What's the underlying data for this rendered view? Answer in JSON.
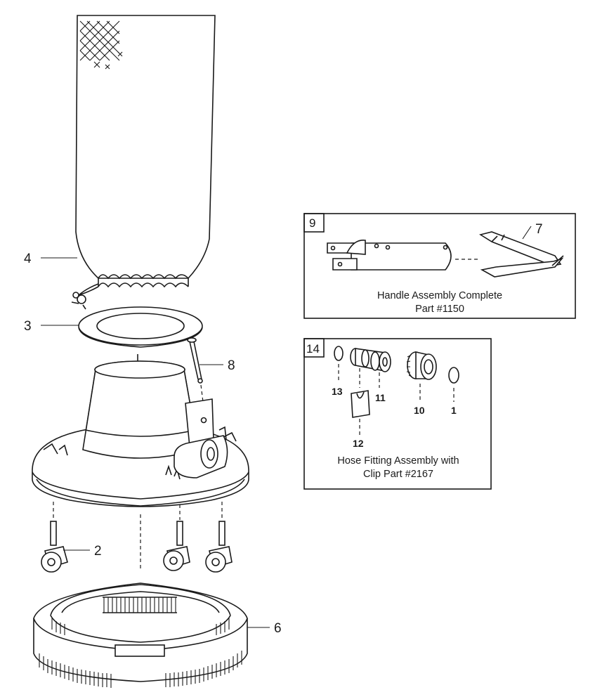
{
  "callouts": {
    "c1": "1",
    "c2": "2",
    "c3": "3",
    "c4": "4",
    "c6": "6",
    "c7": "7",
    "c8": "8",
    "c10": "10",
    "c11": "11",
    "c12": "12",
    "c13": "13"
  },
  "box_handle": {
    "number": "9",
    "caption_line1": "Handle Assembly Complete",
    "caption_line2": "Part #1150"
  },
  "box_hose": {
    "number": "14",
    "caption_line1": "Hose Fitting Assembly with",
    "caption_line2": "Clip Part #2167"
  },
  "colors": {
    "ink": "#1a1a1a",
    "paper": "#ffffff"
  }
}
